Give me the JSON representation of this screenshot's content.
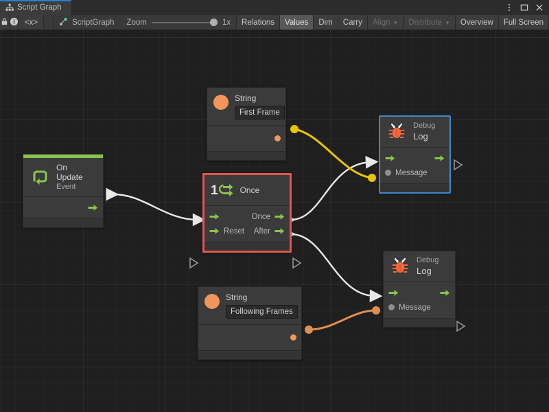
{
  "window": {
    "tab_label": "Script Graph",
    "tab_icon": "hierarchy-icon",
    "menu_icon": "kebab-menu-icon",
    "maximize_icon": "maximize-icon",
    "close_icon": "close-icon",
    "accent_color": "#2a7fd4"
  },
  "toolbar": {
    "lock_icon": "lock-icon",
    "info_icon": "info-icon",
    "code_label": "<x>",
    "breadcrumb_icon": "script-graph-icon",
    "breadcrumb_label": "ScriptGraph",
    "zoom_label": "Zoom",
    "zoom_value": "1x",
    "zoom_percent": 100,
    "buttons": [
      {
        "label": "Relations",
        "state": "normal"
      },
      {
        "label": "Values",
        "state": "active"
      },
      {
        "label": "Dim",
        "state": "normal"
      },
      {
        "label": "Carry",
        "state": "normal"
      },
      {
        "label": "Align",
        "state": "disabled",
        "dropdown": true
      },
      {
        "label": "Distribute",
        "state": "disabled",
        "dropdown": true
      },
      {
        "label": "Overview",
        "state": "normal"
      },
      {
        "label": "Full Screen",
        "state": "normal"
      }
    ]
  },
  "graph": {
    "nodes": [
      {
        "id": "on-update",
        "title": "On Update",
        "subtitle": "Event",
        "icon": "on-update-event-icon",
        "accent_color": "#8ac44c",
        "selection": "none",
        "ports": {
          "flow_out": ""
        }
      },
      {
        "id": "string-first-frame",
        "title": "String",
        "subtitle": "",
        "icon": "string-literal-icon",
        "value": "First Frame",
        "selection": "none"
      },
      {
        "id": "once",
        "title": "Once",
        "subtitle": "",
        "icon": "once-counter-icon",
        "icon_badge": "1",
        "selection": "selected",
        "selection_color": "#e2574c",
        "ports": {
          "in_enter": "",
          "in_reset": "Reset",
          "out_once": "Once",
          "out_after": "After"
        }
      },
      {
        "id": "string-following-frames",
        "title": "String",
        "subtitle": "",
        "icon": "string-literal-icon",
        "value": "Following Frames",
        "selection": "none"
      },
      {
        "id": "debug-log-top",
        "title": "Debug",
        "subtitle": "Log",
        "icon": "debug-bug-icon",
        "selection": "hover",
        "selection_color": "#3f87c8",
        "ports": {
          "in_flow": "",
          "out_flow": "",
          "in_message": "Message"
        }
      },
      {
        "id": "debug-log-bottom",
        "title": "Debug",
        "subtitle": "Log",
        "icon": "debug-bug-icon",
        "selection": "none",
        "ports": {
          "in_flow": "",
          "out_flow": "",
          "in_message": "Message"
        }
      }
    ],
    "connections": [
      {
        "id": "update-to-once",
        "kind": "flow",
        "color": "#e8e8e8",
        "from": "on-update.flow-out",
        "to": "once.enter"
      },
      {
        "id": "once-to-debug-top",
        "kind": "flow",
        "color": "#e8e8e8",
        "from": "once.once-out",
        "to": "debug-log-top.flow-in"
      },
      {
        "id": "after-to-debug-bottom",
        "kind": "flow",
        "color": "#e8e8e8",
        "from": "once.after-out",
        "to": "debug-log-bottom.flow-in"
      },
      {
        "id": "first-frame-to-message",
        "kind": "value",
        "color": "#e8c400",
        "from": "string-first-frame.out",
        "to": "debug-log-top.message"
      },
      {
        "id": "following-frames-to-message",
        "kind": "value",
        "color": "#e08f51",
        "from": "string-following-frames.out",
        "to": "debug-log-bottom.message"
      }
    ]
  }
}
